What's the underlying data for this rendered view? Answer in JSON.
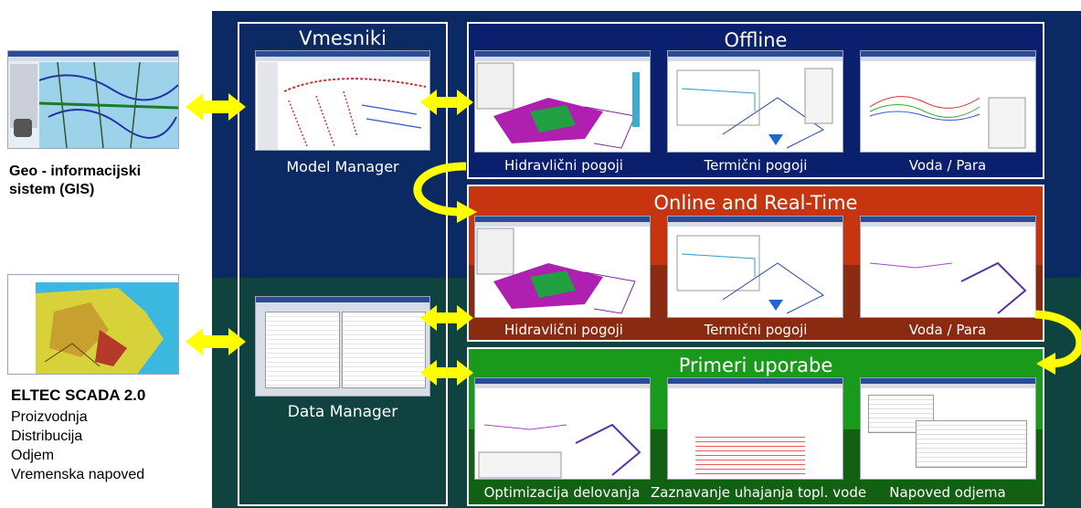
{
  "intermediaries": {
    "title": "Vmesniki",
    "model_manager": "Model Manager",
    "data_manager": "Data Manager"
  },
  "offline": {
    "title": "Offline",
    "items": [
      "Hidravlični pogoji",
      "Termični pogoji",
      "Voda / Para"
    ]
  },
  "online": {
    "title": "Online and Real-Time",
    "items": [
      "Hidravlični pogoji",
      "Termični pogoji",
      "Voda / Para"
    ]
  },
  "examples": {
    "title": "Primeri uporabe",
    "items": [
      "Optimizacija delovanja",
      "Zaznavanje uhajanja topl. vode",
      "Napoved odjema"
    ]
  },
  "gis": {
    "line1": "Geo - informacijski",
    "line2": "sistem (GIS)"
  },
  "scada": {
    "title": "ELTEC SCADA 2.0",
    "lines": [
      "Proizvodnja",
      "Distribucija",
      "Odjem",
      "Vremenska napoved"
    ]
  },
  "colors": {
    "dark_blue": "#0b2a63",
    "dark_teal": "#0f4340",
    "offline_panel": "#0a1f6e",
    "online_panel": "#c6350f",
    "examples_panel": "#1a9a1a",
    "arrow": "#ffff00"
  }
}
